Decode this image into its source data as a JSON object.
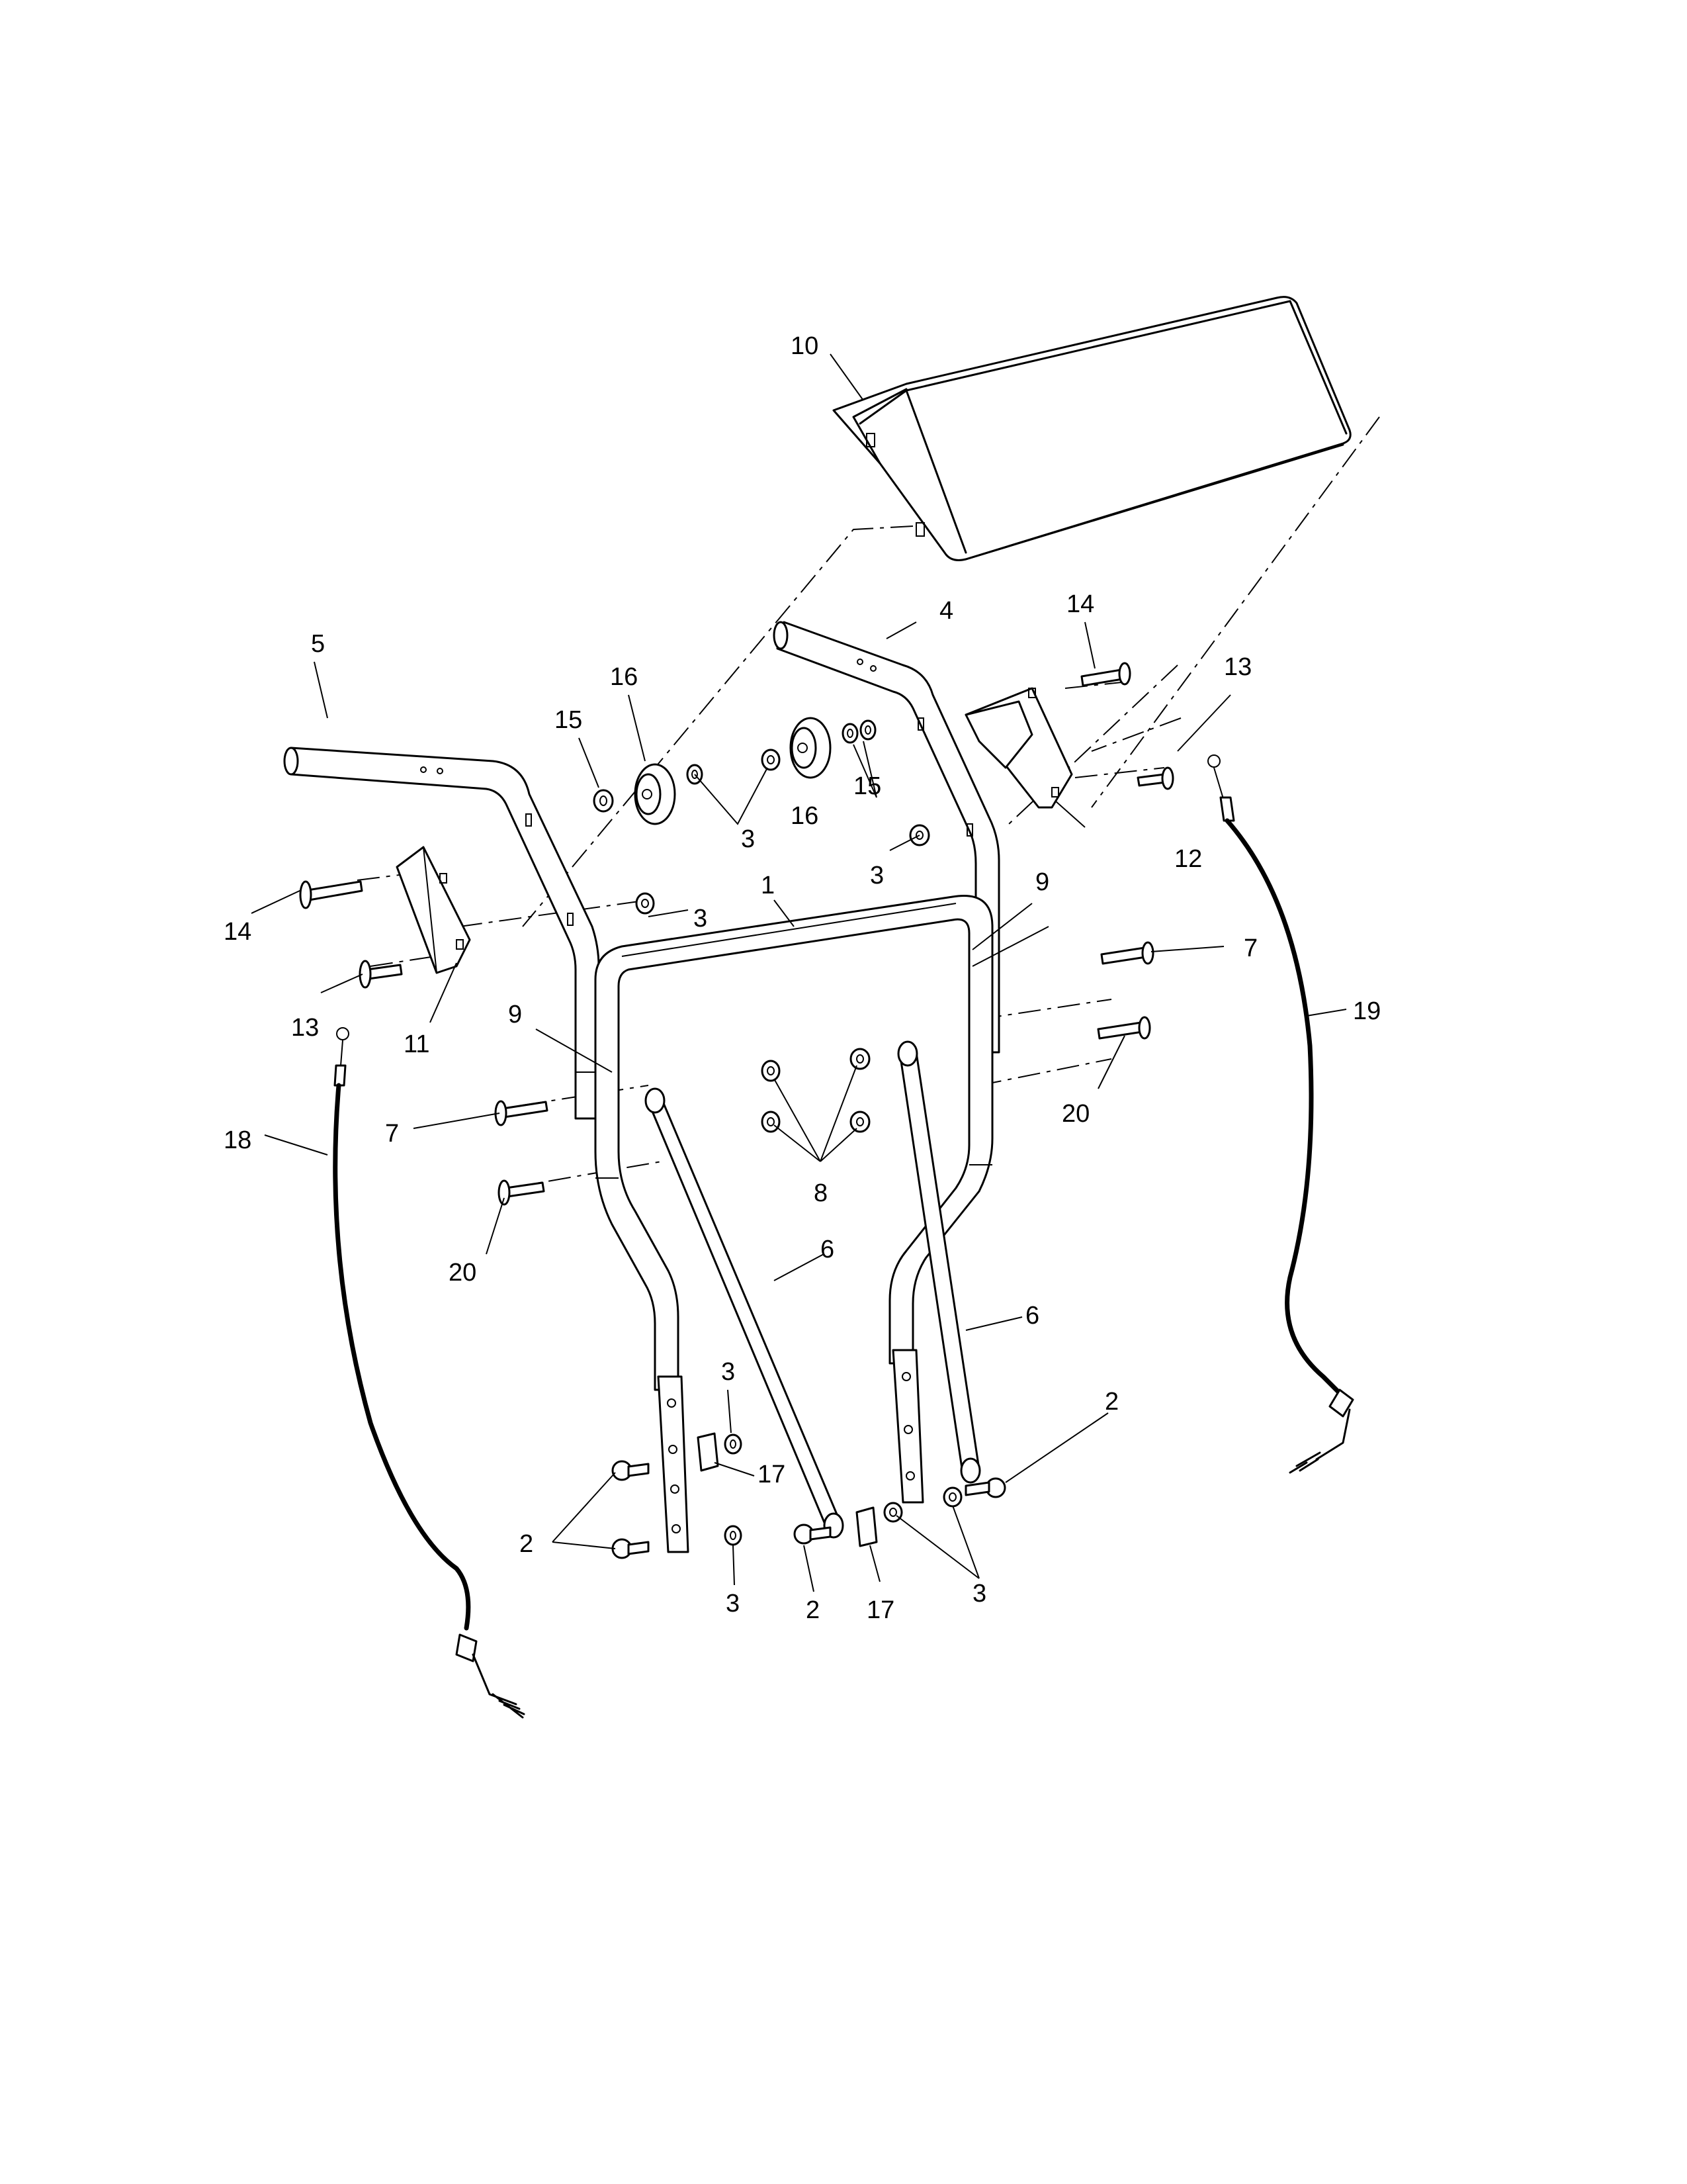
{
  "callouts": [
    {
      "id": "c10",
      "text": "10"
    },
    {
      "id": "c4",
      "text": "4"
    },
    {
      "id": "c14a",
      "text": "14"
    },
    {
      "id": "c13a",
      "text": "13"
    },
    {
      "id": "c5",
      "text": "5"
    },
    {
      "id": "c15a",
      "text": "15"
    },
    {
      "id": "c16a",
      "text": "16"
    },
    {
      "id": "c3a",
      "text": "3"
    },
    {
      "id": "c16b",
      "text": "16"
    },
    {
      "id": "c15b",
      "text": "15"
    },
    {
      "id": "c3b",
      "text": "3"
    },
    {
      "id": "c12",
      "text": "12"
    },
    {
      "id": "c1",
      "text": "1"
    },
    {
      "id": "c9a",
      "text": "9"
    },
    {
      "id": "c3c",
      "text": "3"
    },
    {
      "id": "c14b",
      "text": "14"
    },
    {
      "id": "c7a",
      "text": "7"
    },
    {
      "id": "c13b",
      "text": "13"
    },
    {
      "id": "c11",
      "text": "11"
    },
    {
      "id": "c9b",
      "text": "9"
    },
    {
      "id": "c19",
      "text": "19"
    },
    {
      "id": "c20a",
      "text": "20"
    },
    {
      "id": "c7b",
      "text": "7"
    },
    {
      "id": "c18",
      "text": "18"
    },
    {
      "id": "c8",
      "text": "8"
    },
    {
      "id": "c20b",
      "text": "20"
    },
    {
      "id": "c6a",
      "text": "6"
    },
    {
      "id": "c6b",
      "text": "6"
    },
    {
      "id": "c3d",
      "text": "3"
    },
    {
      "id": "c2a",
      "text": "2"
    },
    {
      "id": "c17a",
      "text": "17"
    },
    {
      "id": "c2b",
      "text": "2"
    },
    {
      "id": "c3e",
      "text": "3"
    },
    {
      "id": "c2c",
      "text": "2"
    },
    {
      "id": "c17b",
      "text": "17"
    },
    {
      "id": "c3f",
      "text": "3"
    }
  ]
}
